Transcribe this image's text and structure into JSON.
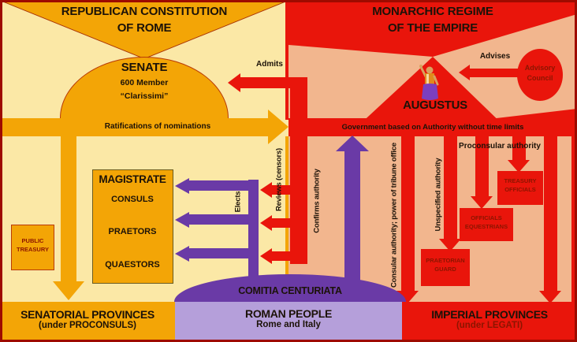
{
  "colors": {
    "gold": "#F3A506",
    "cream": "#FBE8A6",
    "red": "#E9150B",
    "salmon": "#F2B68E",
    "purple": "#6A3AA6",
    "lavender": "#B59FDA",
    "dark_red_text": "#8C1500",
    "frame": "#9E0B00"
  },
  "republican": {
    "title": [
      "REPUBLICAN CONSTITUTION",
      "OF ROME"
    ],
    "senate": {
      "name": "SENATE",
      "members": "600 Member",
      "epithet": "“Clarissimi”"
    },
    "ratifications": "Ratifications of nominations",
    "magistrate": {
      "title": "MAGISTRATE",
      "offices": [
        "CONSULS",
        "PRAETORS",
        "QUAESTORS"
      ]
    },
    "treasury": [
      "PUBLIC",
      "TREASURY"
    ],
    "senatorial_provinces": [
      "SENATORIAL PROVINCES",
      "(under PROCONSULS)"
    ]
  },
  "people": {
    "comitia": "COMITIA CENTURIATA",
    "roman_people": [
      "ROMAN PEOPLE",
      "Rome and Italy"
    ],
    "elects": "Elects",
    "confirms": "Confirms authority"
  },
  "monarchic": {
    "title": [
      "MONARCHIC REGIME",
      "OF THE EMPIRE"
    ],
    "augustus": "AUGUSTUS",
    "advises": "Advises",
    "advisory_council": [
      "Advisory",
      "Council"
    ],
    "admits": "Admits",
    "reviews": "Reviews (censors)",
    "government": "Government based on Authority without time limits",
    "proconsular": "Proconsular authority",
    "consular": "Consular authority; power of tribune office",
    "unspecified": "Unspecified authority",
    "treasury_officials": [
      "TREASURY",
      "OFFICIALS"
    ],
    "officials_equestrians": [
      "OFFICIALS",
      "EQUESTRIANS"
    ],
    "praetorian_guard": [
      "PRAETORIAN",
      "GUARD"
    ],
    "imperial_provinces": [
      "IMPERIAL PROVINCES",
      "(under LEGATI)"
    ]
  }
}
